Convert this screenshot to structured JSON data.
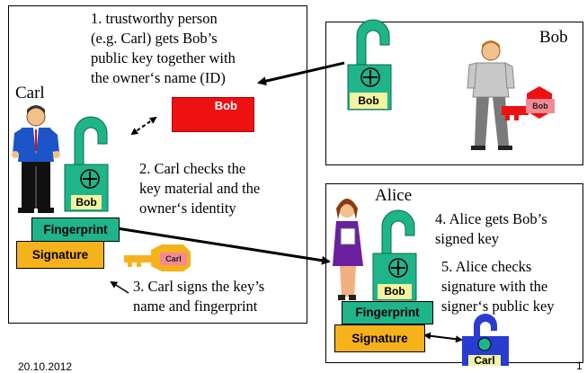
{
  "names": {
    "carl": "Carl",
    "bob": "Bob",
    "alice": "Alice"
  },
  "notes": {
    "step1": [
      "1. trustworthy person",
      "(e.g. Carl) gets Bob’s",
      "public key together with",
      "the owner‘s name (ID)"
    ],
    "step2": [
      "2. Carl checks the",
      "key material and the",
      "owner‘s identity"
    ],
    "step3": [
      "3. Carl signs the key’s",
      "name and fingerprint"
    ],
    "step4": [
      "4. Alice gets Bob’s",
      "signed key"
    ],
    "step5": [
      "5. Alice checks",
      "signature with the",
      "signer‘s public key"
    ]
  },
  "labels": {
    "bob_red_box": "Bob",
    "bob_lock_carl": "Bob",
    "bob_lock_bob": "Bob",
    "bob_lock_alice": "Bob",
    "bob_key": "Bob",
    "carl_key": "Carl",
    "carl_lock": "Carl",
    "fingerprint_carl": "Fingerprint",
    "signature_carl": "Signature",
    "fingerprint_alice": "Fingerprint",
    "signature_alice": "Signature"
  },
  "footer": {
    "date": "20.10.2012",
    "page": "1"
  },
  "colors": {
    "lock_green": "#1fb58a",
    "label_yellow": "#f3f3a0",
    "red": "#ee1111",
    "fingerprint_teal": "#20b48a",
    "signature_orange": "#f5b21a",
    "key_pink": "#f28a96",
    "carl_lock_blue": "#2a3bd0"
  }
}
